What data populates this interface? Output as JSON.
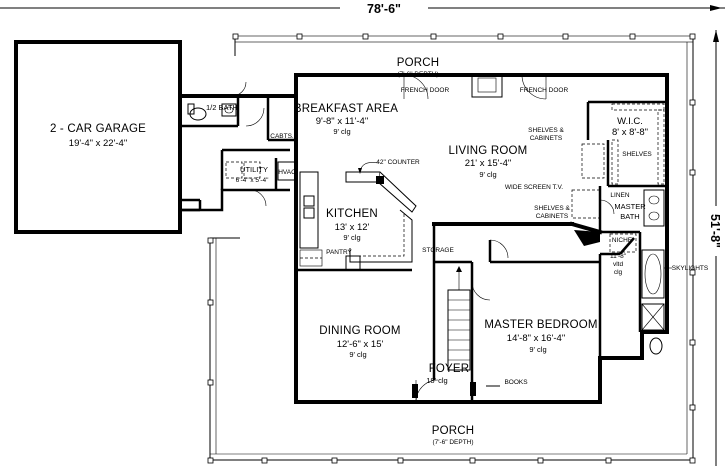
{
  "dimensions": {
    "overall_width": "78'-6\"",
    "overall_depth": "51'-8\""
  },
  "rooms": {
    "garage": {
      "name": "2 - CAR GARAGE",
      "size": "19'-4\" x 22'-4\""
    },
    "half_bath": {
      "name": "1/2 BATH"
    },
    "cabinets": {
      "name": "CABTS."
    },
    "utility": {
      "name": "UTILITY",
      "size": "6'-4\" x 5'-4\""
    },
    "hvac": {
      "name": "HVAC"
    },
    "porch_back": {
      "name": "PORCH",
      "depth": "(7'-6\" DEPTH)"
    },
    "breakfast": {
      "name": "BREAKFAST AREA",
      "size": "9'-8\" x 11'-4\"",
      "ceiling": "9' clg"
    },
    "french_door_left": {
      "name": "FRENCH DOOR"
    },
    "french_door_right": {
      "name": "FRENCH DOOR"
    },
    "wic": {
      "name": "W.I.C.",
      "size": "8' x 8'-8\""
    },
    "living": {
      "name": "LIVING ROOM",
      "size": "21' x 15'-4\"",
      "ceiling": "9' clg"
    },
    "shelves_cabinets_top": {
      "line1": "SHELVES &",
      "line2": "CABINETS"
    },
    "shelves": {
      "name": "SHELVES"
    },
    "counter": {
      "name": "42\" COUNTER"
    },
    "wide_screen": {
      "name": "WIDE SCREEN T.V."
    },
    "kitchen": {
      "name": "KITCHEN",
      "size": "13' x 12'",
      "ceiling": "9' clg"
    },
    "pantry": {
      "name": "PANTRY"
    },
    "linen": {
      "name": "LINEN"
    },
    "master_bath": {
      "line1": "MASTER",
      "line2": "BATH"
    },
    "shelves_cabinets_bottom": {
      "line1": "SHELVES &",
      "line2": "CABINETS"
    },
    "niche": {
      "name": "NICHE"
    },
    "vaulted": {
      "line1": "11'-8\"",
      "line2": "vltd",
      "line3": "clg"
    },
    "skylights": {
      "name": "SKYLIGHTS"
    },
    "storage": {
      "name": "STORAGE"
    },
    "dining": {
      "name": "DINING ROOM",
      "size": "12'-6\" x 15'",
      "ceiling": "9' clg"
    },
    "master_bed": {
      "name": "MASTER BEDROOM",
      "size": "14'-8\" x 16'-4\"",
      "ceiling": "9' clg"
    },
    "foyer": {
      "name": "FOYER",
      "ceiling": "18' clg"
    },
    "books": {
      "name": "BOOKS"
    },
    "porch_front": {
      "name": "PORCH",
      "depth": "(7'-6\" DEPTH)"
    }
  }
}
